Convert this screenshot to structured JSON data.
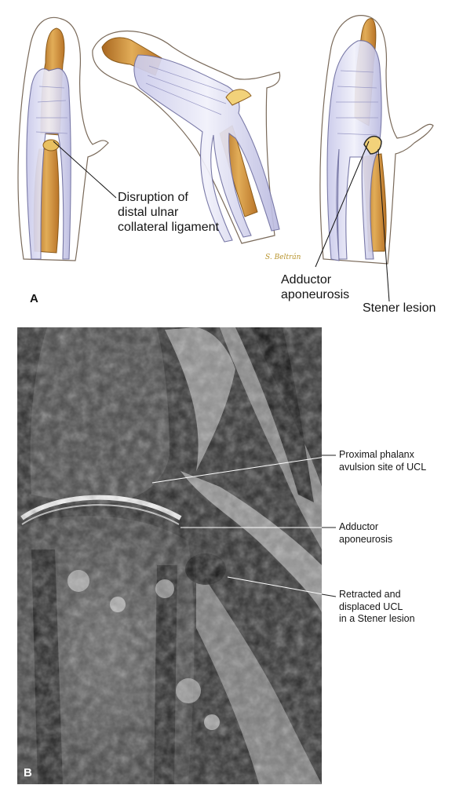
{
  "panel_a": {
    "letter": "A",
    "signature": "S. Beltrán",
    "labels": {
      "disruption": [
        "Disruption of",
        "distal ulnar",
        "collateral ligament"
      ],
      "adductor": [
        "Adductor",
        "aponeurosis"
      ],
      "stener": "Stener lesion"
    }
  },
  "panel_b": {
    "letter": "B",
    "labels": {
      "proximal": [
        "Proximal phalanx",
        "avulsion site of UCL"
      ],
      "adductor": [
        "Adductor",
        "aponeurosis"
      ],
      "retracted": [
        "Retracted and",
        "displaced UCL",
        "in a Stener lesion"
      ]
    }
  },
  "colors": {
    "bone": "#d9a24a",
    "bone_dark": "#a8661f",
    "tendon": "#dcdcf2",
    "tendon_line": "#7a7aa6",
    "mri_bg": "#2a2a2a"
  }
}
